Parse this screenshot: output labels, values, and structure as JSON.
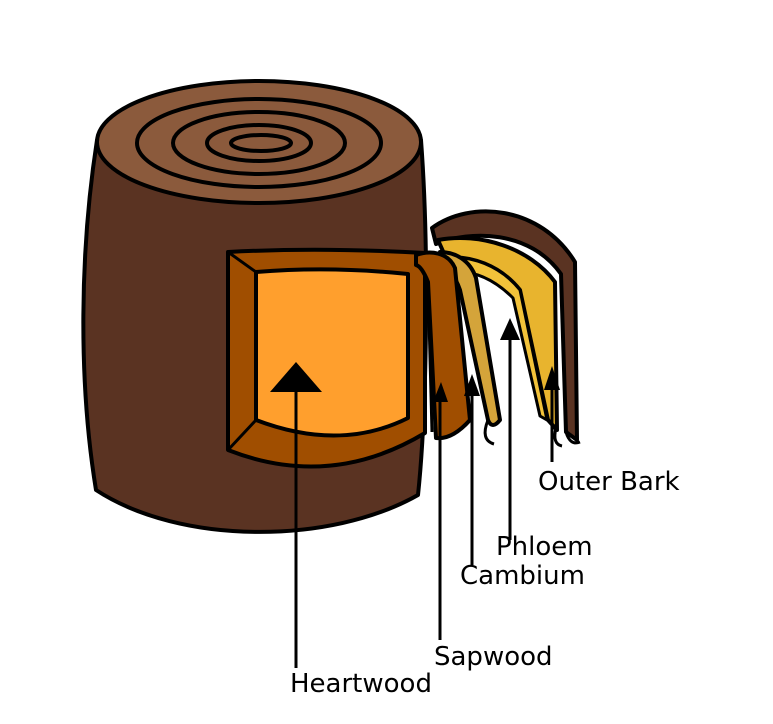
{
  "labels": {
    "heartwood": "Heartwood",
    "sapwood": "Sapwood",
    "cambium": "Cambium",
    "phloem": "Phloem",
    "outer_bark": "Outer Bark"
  },
  "colors": {
    "outer_bark": "#5a3322",
    "top_face": "#8b5a3c",
    "heartwood": "#ff9f2d",
    "sapwood": "#a04e00",
    "cambium": "#d4a43a",
    "phloem": "#e8b42e",
    "outline": "#000000"
  }
}
